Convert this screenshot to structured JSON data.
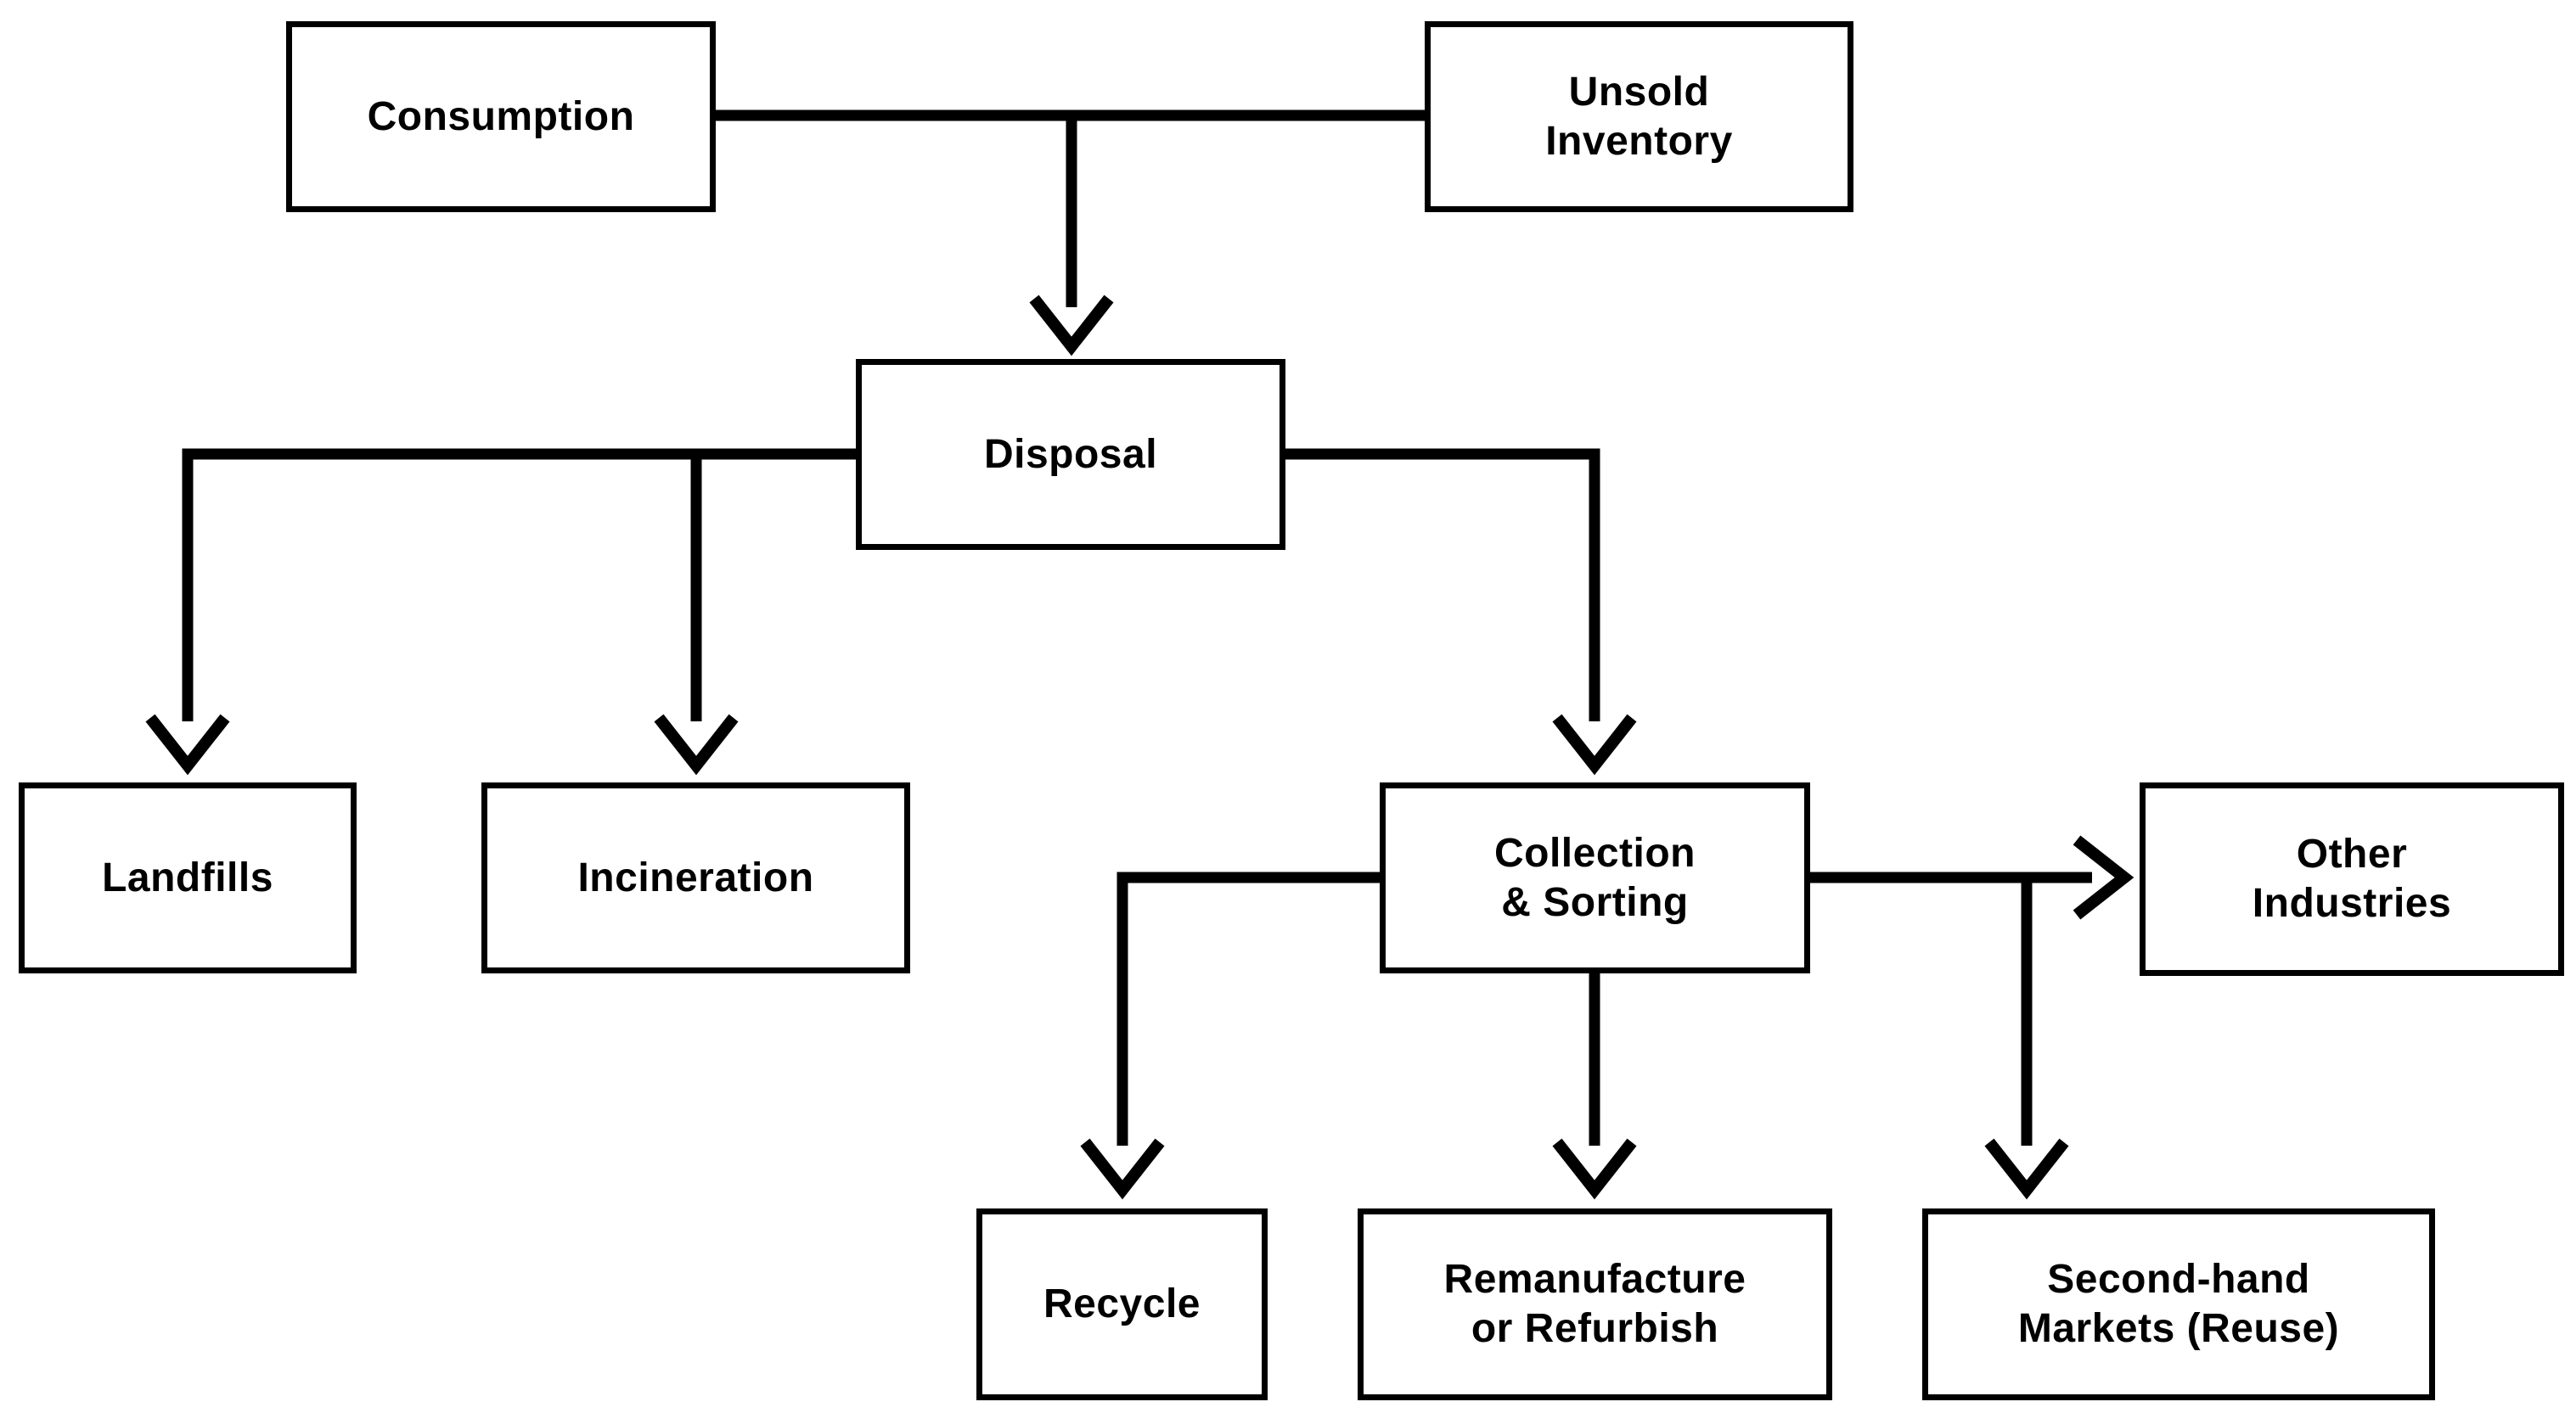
{
  "diagram": {
    "type": "flowchart",
    "nodes": {
      "consumption": {
        "label": "Consumption"
      },
      "unsold": {
        "label": "Unsold\nInventory"
      },
      "disposal": {
        "label": "Disposal"
      },
      "landfills": {
        "label": "Landfills"
      },
      "incineration": {
        "label": "Incineration"
      },
      "collection": {
        "label": "Collection\n& Sorting"
      },
      "other": {
        "label": "Other\nIndustries"
      },
      "recycle": {
        "label": "Recycle"
      },
      "remanufacture": {
        "label": "Remanufacture\nor Refurbish"
      },
      "secondhand": {
        "label": "Second-hand\nMarkets (Reuse)"
      }
    },
    "edges": [
      {
        "from": "consumption",
        "to": "disposal"
      },
      {
        "from": "unsold",
        "to": "disposal"
      },
      {
        "from": "disposal",
        "to": "landfills"
      },
      {
        "from": "disposal",
        "to": "incineration"
      },
      {
        "from": "disposal",
        "to": "collection"
      },
      {
        "from": "collection",
        "to": "recycle"
      },
      {
        "from": "collection",
        "to": "remanufacture"
      },
      {
        "from": "collection",
        "to": "secondhand"
      },
      {
        "from": "collection",
        "to": "other"
      }
    ],
    "colors": {
      "line": "#000000",
      "box_fill": "#ffffff",
      "text": "#000000",
      "background": "#ffffff"
    }
  }
}
